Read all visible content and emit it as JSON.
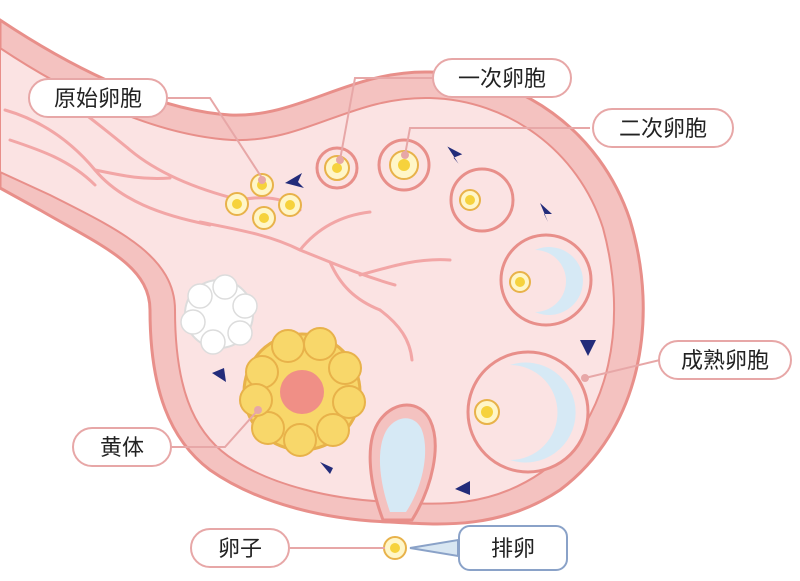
{
  "labels": {
    "primordial": "原始卵胞",
    "primary": "一次卵胞",
    "secondary": "二次卵胞",
    "mature": "成熟卵胞",
    "corpus_luteum": "黄体",
    "egg": "卵子",
    "ovulation": "排卵"
  },
  "colors": {
    "ovary_fill": "#fbe3e3",
    "ovary_rim": "#f4c2c0",
    "ovary_line": "#e88f8a",
    "vessel": "#f2a6a6",
    "follicle_fluid": "#d6e9f5",
    "egg_yellow": "#f6d23c",
    "arrow": "#232c7a",
    "luteum_yellow": "#f8d76a",
    "luteum_center": "#f08f86",
    "label_border": "#e7a7a7"
  }
}
